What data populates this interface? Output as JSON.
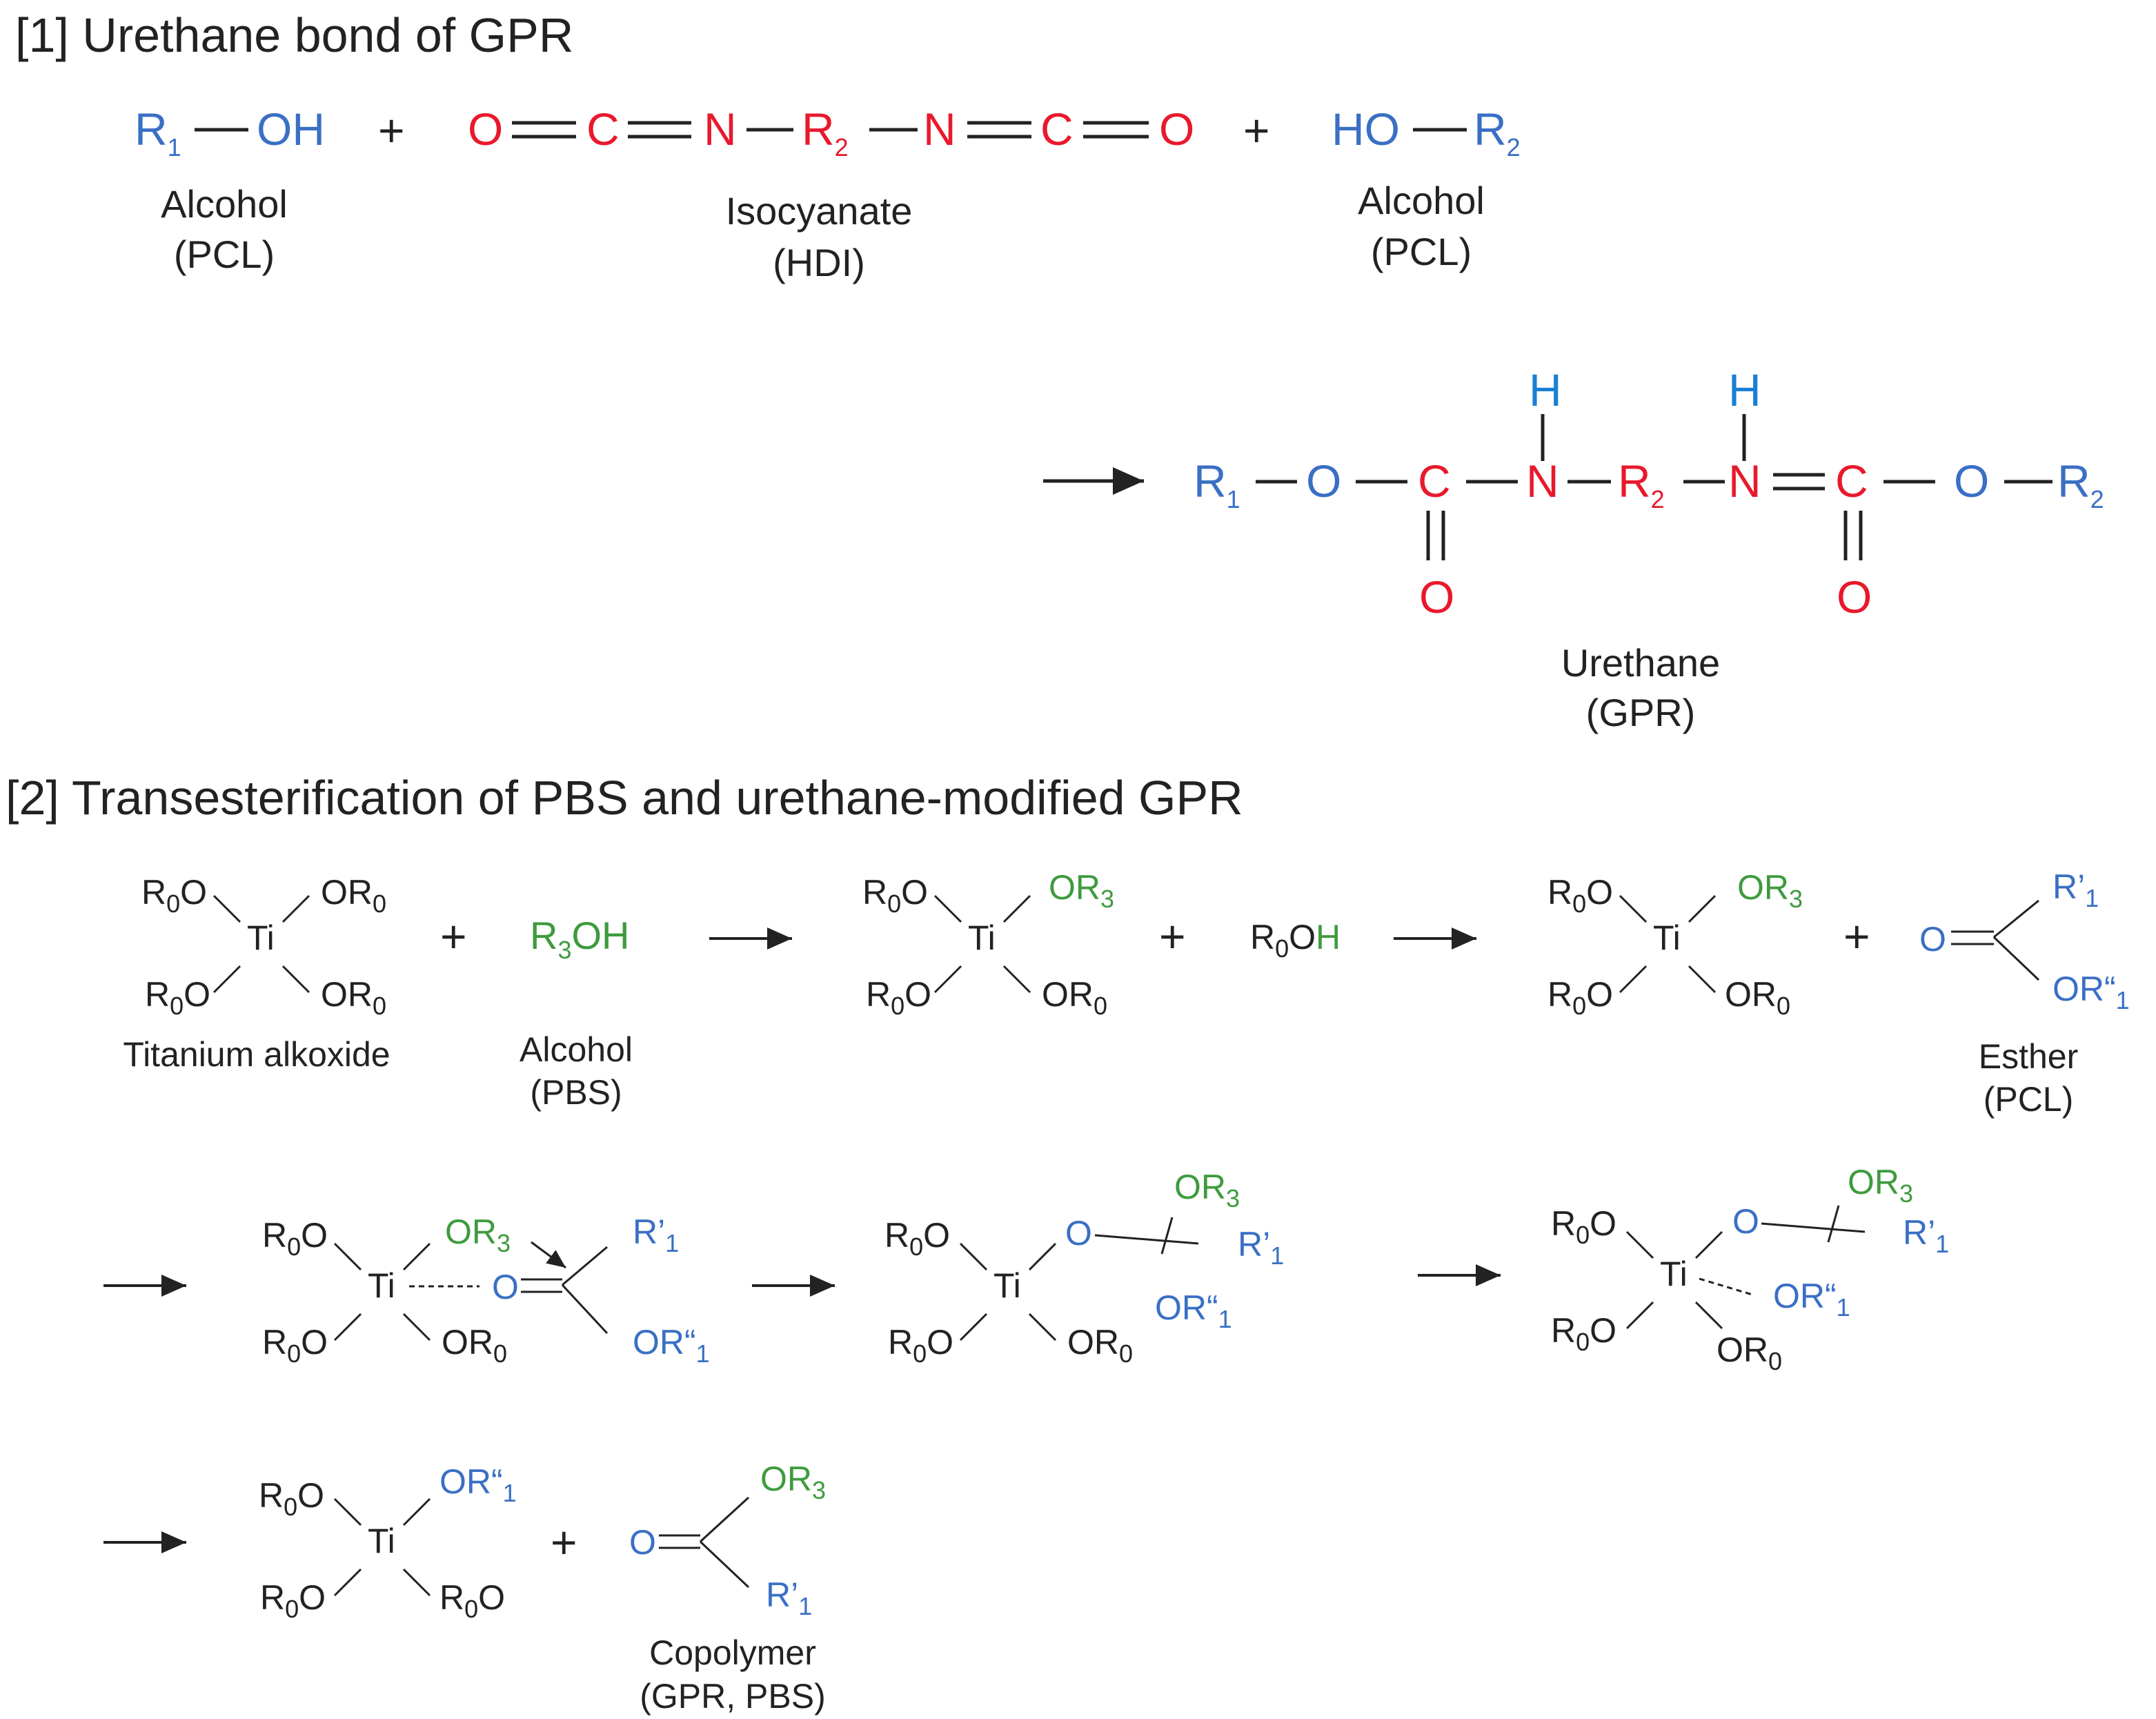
{
  "colors": {
    "blue": "#3a6fc4",
    "red": "#e8192c",
    "green": "#3e9b3e",
    "black": "#222222",
    "h_blue": "#1a7fd4"
  },
  "section1": {
    "title": "[1] Urethane bond of GPR",
    "alcohol_left": {
      "name": "Alcohol",
      "sub": "(PCL)"
    },
    "isocyanate": {
      "name": "Isocyanate",
      "sub": "(HDI)"
    },
    "alcohol_right": {
      "name": "Alcohol",
      "sub": "(PCL)"
    },
    "urethane": {
      "name": "Urethane",
      "sub": "(GPR)"
    }
  },
  "section2": {
    "title": "[2] Transesterification of PBS and urethane-modified GPR",
    "titanium_alkoxide": "Titanium alkoxide",
    "alcohol": {
      "name": "Alcohol",
      "sub": "(PBS)"
    },
    "ester": {
      "name": "Esther",
      "sub": "(PCL)"
    },
    "copolymer": {
      "name": "Copolymer",
      "sub": "(GPR, PBS)"
    }
  }
}
